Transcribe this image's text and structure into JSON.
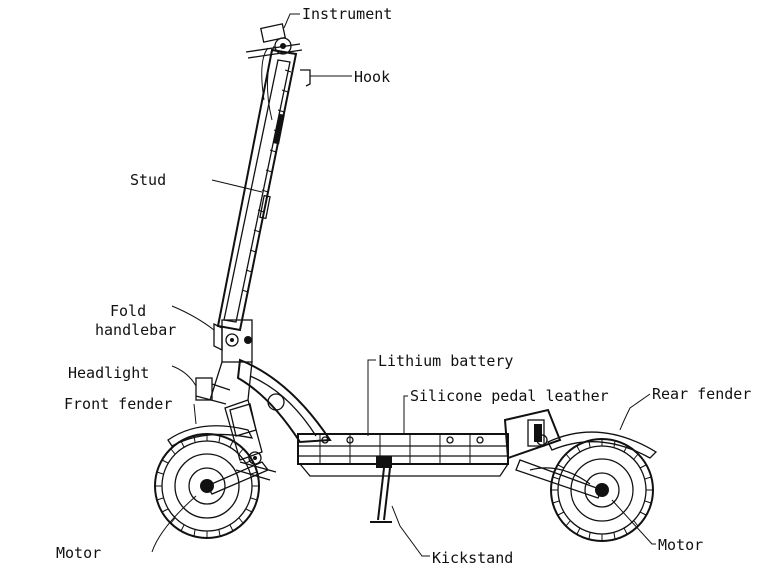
{
  "labels": {
    "instrument": "Instrument",
    "hook": "Hook",
    "stud": "Stud",
    "fold_line1": "Fold",
    "fold_line2": "handlebar",
    "headlight": "Headlight",
    "front_fender": "Front fender",
    "lithium_battery": "Lithium battery",
    "silicone_pedal": "Silicone pedal leather",
    "rear_fender": "Rear fender",
    "motor_front": "Motor",
    "kickstand": "Kickstand",
    "motor_rear": "Motor"
  },
  "colors": {
    "line": "#111111",
    "background": "#ffffff"
  }
}
